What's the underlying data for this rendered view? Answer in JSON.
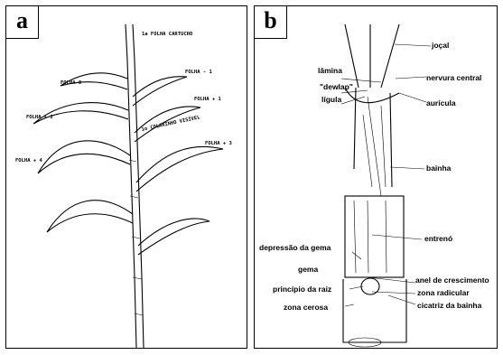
{
  "panels": {
    "a": {
      "label": "a",
      "annotations": {
        "top": "1a FOLHA CARTUCHO",
        "folha0": "FOLHA 0",
        "folha_m1": "FOLHA - 1",
        "folha_p1": "FOLHA + 1",
        "folha_p2": "FOLHA + 2",
        "colarinho": "1o COLARINHO VISÍVEL",
        "folha_p3": "FOLHA + 3",
        "folha_p4": "FOLHA + 4"
      }
    },
    "b": {
      "label": "b",
      "labels": {
        "jocal": "joçal",
        "lamina": "lâmina",
        "dewlap": "\"dewlap\"",
        "nervura": "nervura central",
        "ligula": "lígula",
        "auricula": "aurícula",
        "bainha": "bainha",
        "entreno": "entrenó",
        "depressao": "depressão da gema",
        "gema": "gema",
        "anel": "anel de crescimento",
        "principio": "princípio da raiz",
        "zona_radicular": "zona radicular",
        "zona_cerosa": "zona cerosa",
        "cicatriz": "cicatriz da bainha"
      }
    }
  }
}
